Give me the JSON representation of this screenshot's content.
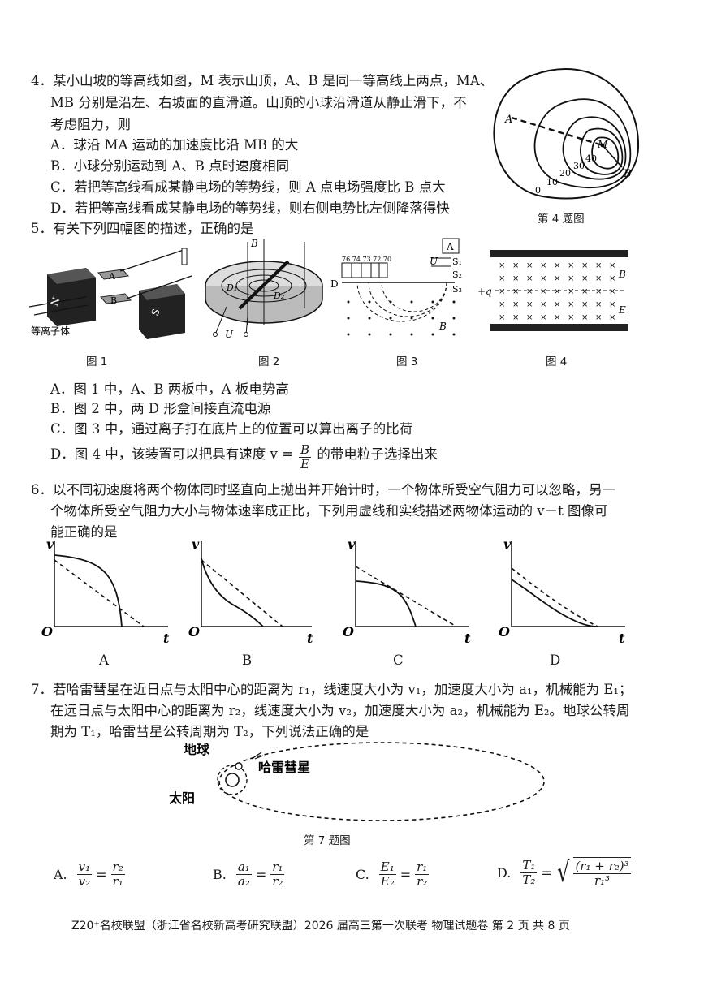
{
  "q4": {
    "text1": "4．某小山坡的等高线如图，M 表示山顶，A、B 是同一等高线上两点，MA、",
    "text2": "MB 分别是沿左、右坡面的直滑道。山顶的小球沿滑道从静止滑下，不",
    "text3": "考虑阻力，则",
    "optA": "A．球沿 MA 运动的加速度比沿 MB 的大",
    "optB": "B．小球分别运动到 A、B 点时速度相同",
    "optC": "C．若把等高线看成某静电场的等势线，则 A 点电场强度比 B 点大",
    "optD": "D．若把等高线看成某静电场的等势线，则右侧电势比左侧降落得快",
    "figcap": "第 4 题图",
    "fig": {
      "A": "A",
      "B": "B",
      "M": "M",
      "levels": [
        "0",
        "10",
        "20",
        "30",
        "40"
      ]
    }
  },
  "q5": {
    "text": "5．有关下列四幅图的描述，正确的是",
    "fig1": {
      "caption": "图 1",
      "label": "等离子体",
      "N": "N",
      "S": "S",
      "A": "A",
      "B": "B"
    },
    "fig2": {
      "caption": "图 2",
      "B": "B",
      "D1": "D₁",
      "D2": "D₂",
      "U": "U"
    },
    "fig3": {
      "caption": "图 3",
      "scale": "76 74 73 72 70",
      "D": "D",
      "U": "U",
      "A": "A",
      "S1": "S₁",
      "S2": "S₂",
      "S3": "S₃",
      "B": "B"
    },
    "fig4": {
      "caption": "图 4",
      "q": "+q",
      "B": "B",
      "E": "E"
    },
    "optA": "A．图 1 中，A、B 两板中，A 板电势高",
    "optB": "B．图 2 中，两 D 形盒间接直流电源",
    "optC": "C．图 3 中，通过离子打在底片上的位置可以算出离子的比荷",
    "optD_pre": "D．图 4 中，该装置可以把具有速度 v =",
    "optD_num": "B",
    "optD_den": "E",
    "optD_post": "的带电粒子选择出来"
  },
  "q6": {
    "text1": "6．以不同初速度将两个物体同时竖直向上抛出并开始计时，一个物体所受空气阻力可以忽略，另一",
    "text2": "个物体所受空气阻力大小与物体速率成正比，下列用虚线和实线描述两物体运动的 v－t 图像可",
    "text3": "能正确的是",
    "graphs": [
      {
        "label": "A",
        "v": "v",
        "t": "t",
        "o": "O"
      },
      {
        "label": "B",
        "v": "v",
        "t": "t",
        "o": "O"
      },
      {
        "label": "C",
        "v": "v",
        "t": "t",
        "o": "O"
      },
      {
        "label": "D",
        "v": "v",
        "t": "t",
        "o": "O"
      }
    ]
  },
  "q7": {
    "text1": "7．若哈雷彗星在近日点与太阳中心的距离为 r₁，线速度大小为 v₁，加速度大小为 a₁，机械能为 E₁；",
    "text2": "在远日点与太阳中心的距离为 r₂，线速度大小为 v₂，加速度大小为 a₂，机械能为 E₂。地球公转周",
    "text3": "期为 T₁，哈雷彗星公转周期为 T₂，下列说法正确的是",
    "fig": {
      "earth": "地球",
      "comet": "哈雷彗星",
      "sun": "太阳"
    },
    "figcap": "第 7 题图",
    "optA": {
      "label": "A.",
      "ln": "v₁",
      "ld": "v₂",
      "rn": "r₂",
      "rd": "r₁"
    },
    "optB": {
      "label": "B.",
      "ln": "a₁",
      "ld": "a₂",
      "rn": "r₁",
      "rd": "r₂"
    },
    "optC": {
      "label": "C.",
      "ln": "E₁",
      "ld": "E₂",
      "rn": "r₁",
      "rd": "r₂"
    },
    "optD": {
      "label": "D.",
      "ln": "T₁",
      "ld": "T₂",
      "rn": "(r₁ + r₂)³",
      "rd": "r₁³"
    }
  },
  "footer": "Z20⁺名校联盟（浙江省名校新高考研究联盟）2026 届高三第一次联考  物理试题卷  第 2 页  共 8 页"
}
